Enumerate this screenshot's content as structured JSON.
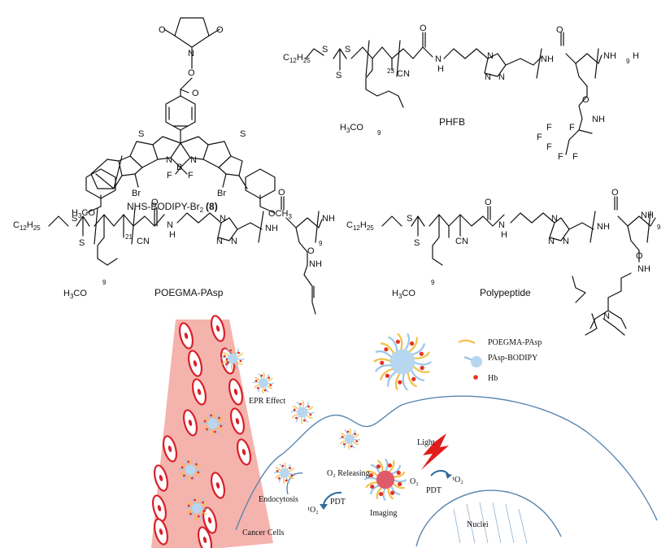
{
  "compounds": {
    "nhs_bodipy": {
      "name": "NHS-BODIPY-Br",
      "sub": "2",
      "num": "(8)"
    },
    "phfb": {
      "name": "PHFB"
    },
    "poegma_pasp": {
      "name": "POEGMA-PAsp"
    },
    "polypeptide": {
      "name": "Polypeptide"
    }
  },
  "atoms": {
    "O": "O",
    "N": "N",
    "S": "S",
    "B": "B",
    "F": "F",
    "Br": "Br",
    "H": "H",
    "NH": "NH",
    "CN": "CN",
    "OCH3": "OCH",
    "three": "3",
    "C12H25_C": "C",
    "C12H25_12": "12",
    "C12H25_H": "H",
    "C12H25_25": "25",
    "H3CO_H": "H",
    "H3CO_3": "3",
    "H3CO_CO": "CO",
    "rep_nine": "9",
    "rep_23": "23",
    "rep_21": "21",
    "rep_H": "H"
  },
  "schematic": {
    "legend": {
      "poegma": "POEGMA-PAsp",
      "pasp_bodipy": "PAsp-BODIPY",
      "hb": "Hb"
    },
    "labels": {
      "epr": "EPR Effect",
      "light": "Light",
      "o2_releasing": "O₂ Releasing",
      "o2": "O₂",
      "singlet_o2_left": "¹O₂",
      "singlet_o2_right": "¹O₂",
      "pdt_left": "PDT",
      "pdt_right": "PDT",
      "endocytosis": "Endocytosis",
      "imaging": "Imaging",
      "cancer_cells": "Cancer Cells",
      "nuclei": "Nuclei"
    }
  },
  "colors": {
    "vessel": "#f5b3ad",
    "rbc": "#d8202a",
    "core_blue": "#b7d6ef",
    "core_red": "#e05a6a",
    "arm_yellow": "#f2c04a",
    "hb_dot": "#e8321e",
    "membrane": "#5a86b0",
    "lightning": "#e21b1b"
  }
}
